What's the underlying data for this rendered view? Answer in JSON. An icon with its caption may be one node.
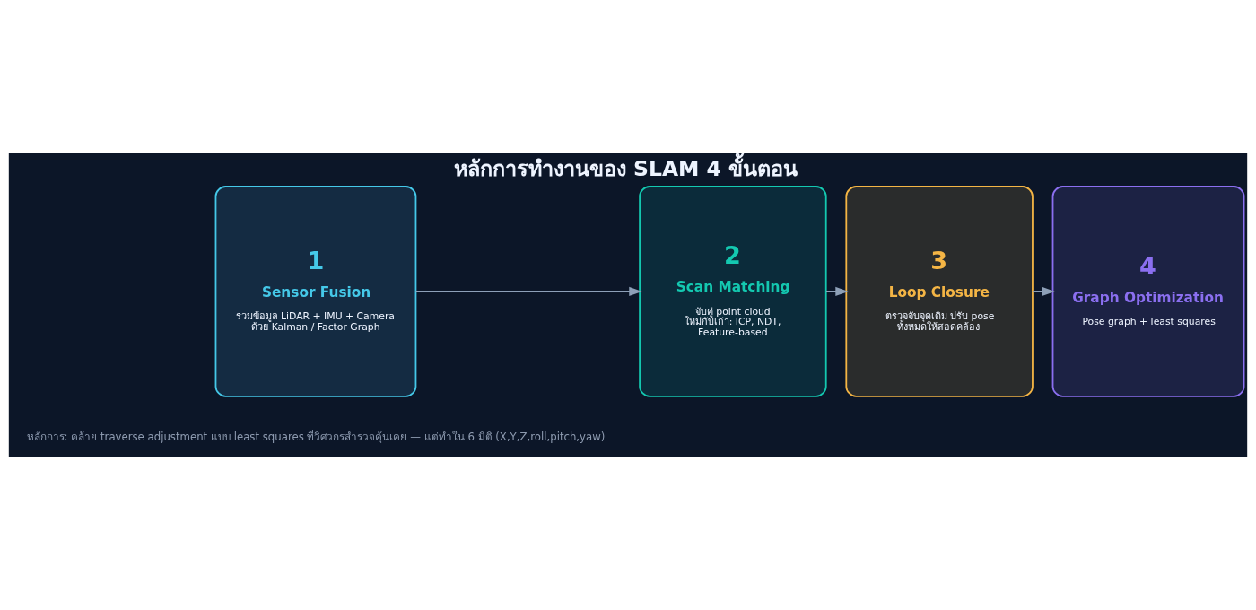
{
  "diagram": {
    "title": "หลักการทำงานของ SLAM 4 ขั้นตอน",
    "nodes": [
      {
        "text": [
          "1",
          "Sensor Fusion",
          "รวมข้อมูล LiDAR + IMU + Camera ด้วย Kalman / Factor Graph"
        ]
      },
      {
        "text": [
          "2",
          "Scan Matching",
          "จับคู่ point cloud ใหม่กับเก่า: ICP, NDT, Feature-based"
        ]
      },
      {
        "text": [
          "3",
          "Loop Closure",
          "ตรวจจับจุดเดิม ปรับ pose ทั้งหมดให้สอดคล้อง"
        ]
      },
      {
        "text": [
          "4",
          "Graph Optimization",
          "Pose graph + least squares"
        ]
      }
    ],
    "edges": [
      {
        "from": 0,
        "to": 1,
        "arrow": "to"
      },
      {
        "from": 1,
        "to": 2,
        "arrow": "to"
      },
      {
        "from": 2,
        "to": 3,
        "arrow": "to"
      }
    ],
    "caption": "หลักการ: คล้าย traverse adjustment แบบ least squares ที่วิศวกรสำรวจคุ้นเคย — แต่ทำใน 6 มิติ (X,Y,Z,roll,pitch,yaw)"
  }
}
